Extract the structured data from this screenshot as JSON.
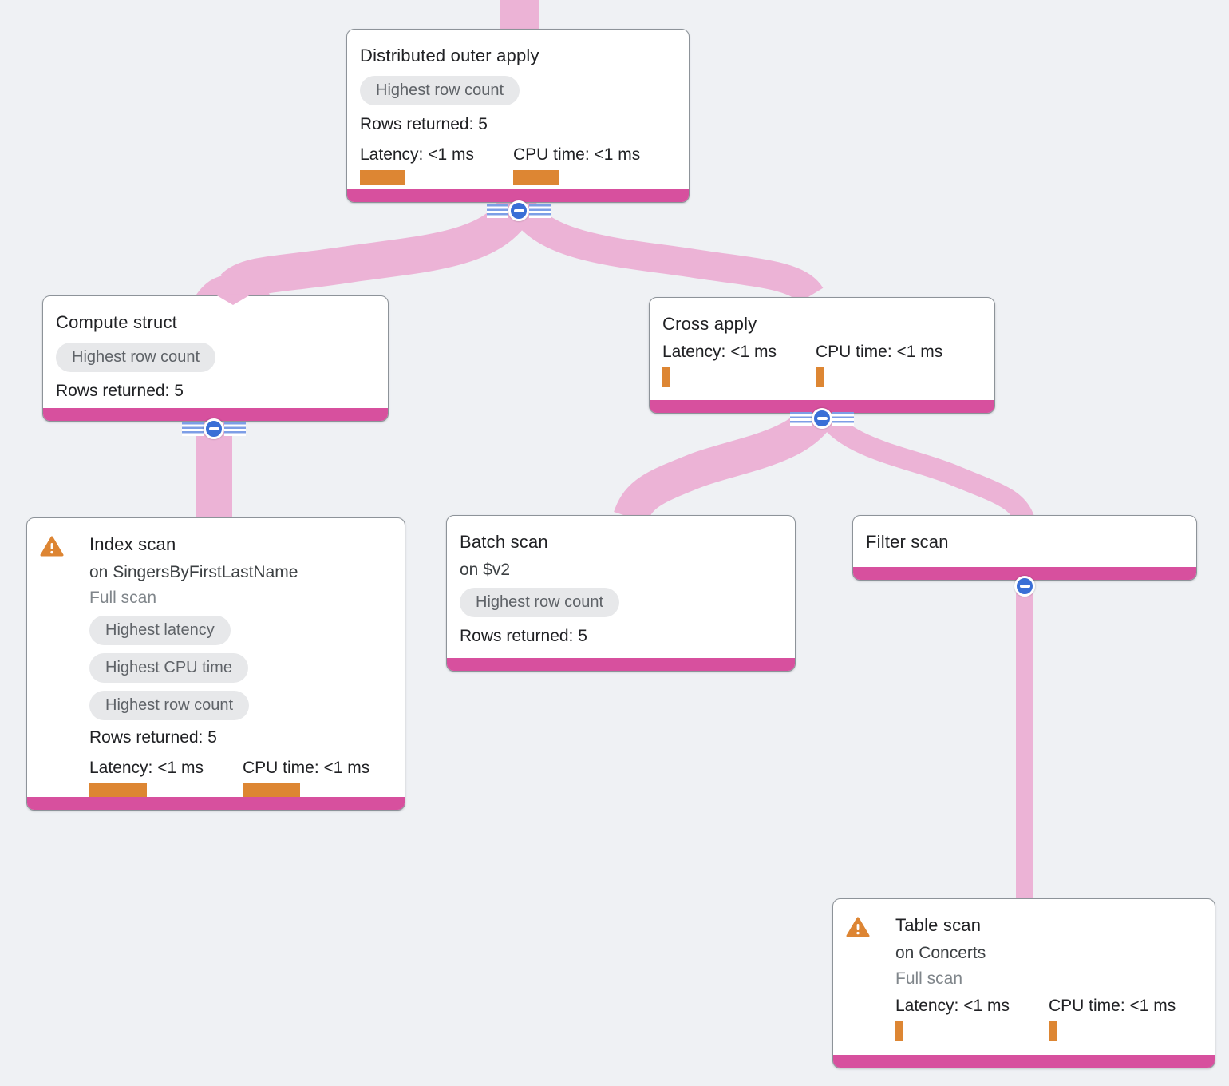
{
  "colors": {
    "background": "#eff1f4",
    "card_accent": "#d7509e",
    "ribbon": "#ecb3d6",
    "collapse_blue": "#3a6fd6",
    "metric_bar_orange": "#dd8633",
    "badge_bg": "#e7e8ea",
    "badge_text": "#5f6368",
    "warning_orange": "#dd8533"
  },
  "nodes": {
    "root": {
      "title": "Distributed outer apply",
      "badges": [
        "Highest row count"
      ],
      "rows_returned": "Rows returned: 5",
      "latency": "Latency: <1 ms",
      "cpu": "CPU time: <1 ms"
    },
    "compute_struct": {
      "title": "Compute struct",
      "badges": [
        "Highest row count"
      ],
      "rows_returned": "Rows returned: 5"
    },
    "cross_apply": {
      "title": "Cross apply",
      "latency": "Latency: <1 ms",
      "cpu": "CPU time: <1 ms"
    },
    "index_scan": {
      "title": "Index scan",
      "subtitle": "on SingersByFirstLastName",
      "scan_type": "Full scan",
      "badges": [
        "Highest latency",
        "Highest CPU time",
        "Highest row count"
      ],
      "rows_returned": "Rows returned: 5",
      "latency": "Latency: <1 ms",
      "cpu": "CPU time: <1 ms"
    },
    "batch_scan": {
      "title": "Batch scan",
      "subtitle": "on $v2",
      "badges": [
        "Highest row count"
      ],
      "rows_returned": "Rows returned: 5"
    },
    "filter_scan": {
      "title": "Filter scan"
    },
    "table_scan": {
      "title": "Table scan",
      "subtitle": "on Concerts",
      "scan_type": "Full scan",
      "latency": "Latency: <1 ms",
      "cpu": "CPU time: <1 ms"
    }
  }
}
